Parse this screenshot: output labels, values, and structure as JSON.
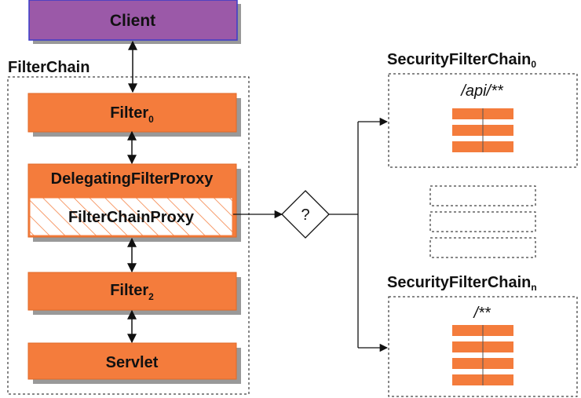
{
  "client": {
    "label": "Client"
  },
  "filter_chain": {
    "title": "FilterChain",
    "filter0": {
      "label": "Filter",
      "subscript": "0"
    },
    "delegating": {
      "label": "DelegatingFilterProxy"
    },
    "filter_chain_proxy": {
      "label": "FilterChainProxy"
    },
    "filter2": {
      "label": "Filter",
      "subscript": "2"
    },
    "servlet": {
      "label": "Servlet"
    }
  },
  "decision": {
    "label": "?"
  },
  "security_chain_0": {
    "title": "SecurityFilterChain",
    "subscript": "0",
    "pattern": "/api/**",
    "filter_count": 3
  },
  "security_chain_n": {
    "title": "SecurityFilterChain",
    "subscript": "n",
    "pattern": "/**",
    "filter_count": 4
  },
  "placeholder_chains": {
    "count": 3
  },
  "colors": {
    "client_fill": "#9b59a8",
    "client_stroke": "#3b3bc8",
    "filter_fill": "#f47c3c",
    "filter_stroke": "#e06a28",
    "shadow": "#999999",
    "line": "#111111"
  }
}
